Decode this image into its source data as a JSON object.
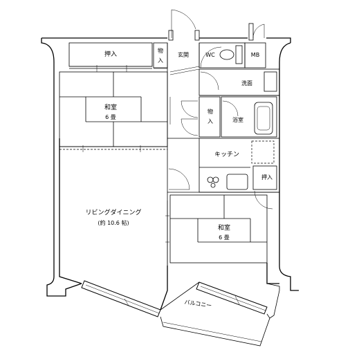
{
  "rooms": {
    "closet_top": "押入",
    "storage_small_1": "物",
    "storage_small_2": "入",
    "entrance": "玄関",
    "wc": "WC",
    "mb": "MB",
    "washroom": "洗面",
    "japanese_room_1_title": "和室",
    "japanese_room_1_size": "6 畳",
    "storage_mid_1": "物",
    "storage_mid_2": "入",
    "bathroom": "浴室",
    "kitchen": "キッチン",
    "closet_right": "押入",
    "living_title": "リビングダイニング",
    "living_size": "(約 10.6 帖)",
    "japanese_room_2_title": "和室",
    "japanese_room_2_size": "6 畳",
    "balcony": "バルコニー"
  }
}
